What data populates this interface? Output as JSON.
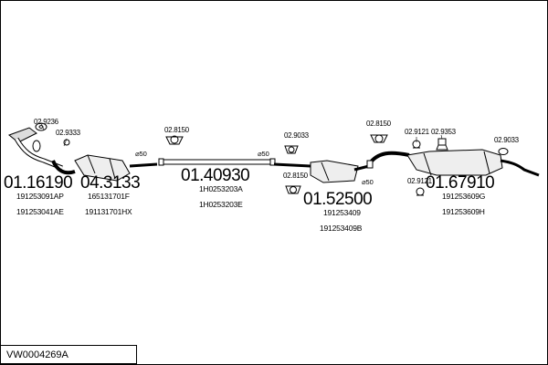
{
  "diagram_code": "VW0004269A",
  "pipe_diameter_label": "⌀50",
  "parts": [
    {
      "number": "01.16190",
      "refs": [
        "191253091AP",
        "191253041AE"
      ]
    },
    {
      "number": "04.3133",
      "refs": [
        "165131701F",
        "191131701HX"
      ]
    },
    {
      "number": "01.40930",
      "refs": [
        "1H0253203A",
        "1H0253203E"
      ]
    },
    {
      "number": "01.52500",
      "refs": [
        "191253409",
        "191253409B"
      ]
    },
    {
      "number": "01.67910",
      "refs": [
        "191253609G",
        "191253609H"
      ]
    }
  ],
  "fittings": [
    "02.9236",
    "02.9333",
    "02.8150",
    "02.9033",
    "02.8150",
    "02.8150",
    "02.9121",
    "02.9353",
    "02.9033",
    "02.9121"
  ]
}
